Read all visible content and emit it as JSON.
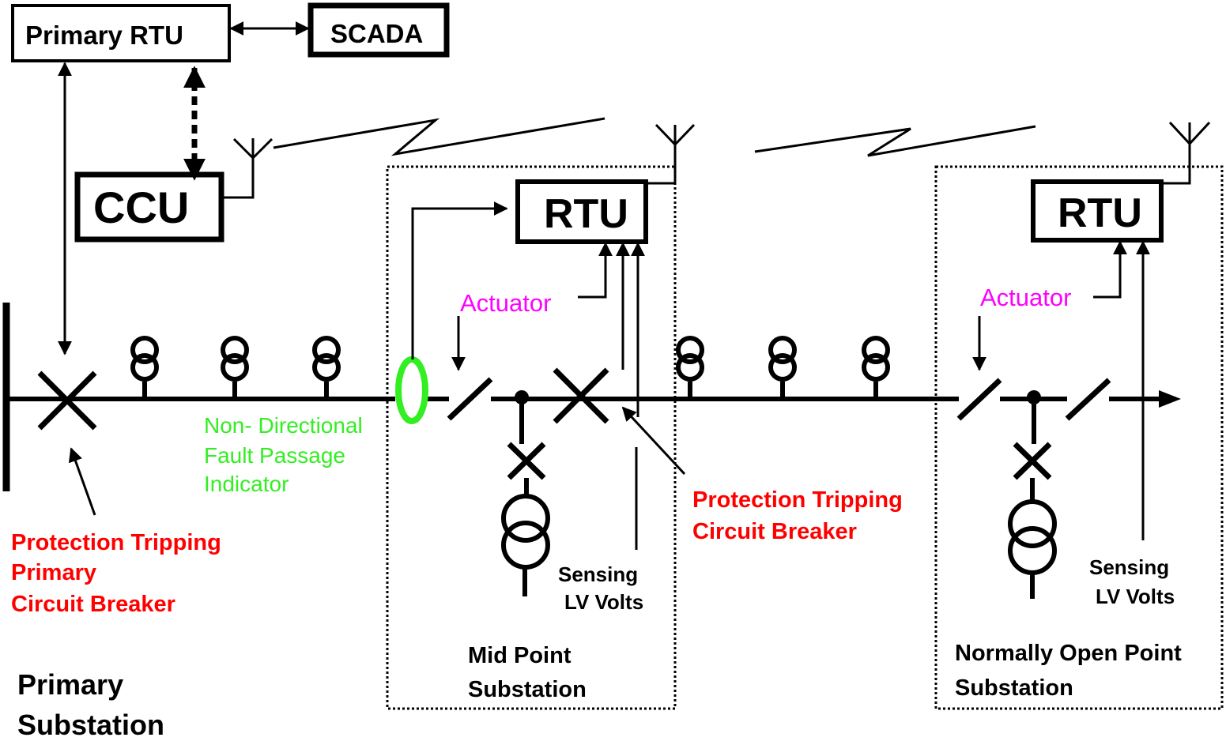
{
  "boxes": {
    "primary_rtu": "Primary RTU",
    "scada": "SCADA",
    "ccu": "CCU",
    "rtu_mid": "RTU",
    "rtu_nop": "RTU"
  },
  "labels": {
    "actuator_mid": "Actuator",
    "actuator_nop": "Actuator",
    "fpi": [
      "Non- Directional",
      "Fault Passage",
      "Indicator"
    ],
    "primary_cb": [
      "Protection Tripping",
      "Primary",
      "Circuit Breaker"
    ],
    "mid_cb": [
      "Protection Tripping",
      "Circuit Breaker"
    ],
    "sensing_mid": [
      "Sensing",
      "LV Volts"
    ],
    "sensing_nop": [
      "Sensing",
      "LV Volts"
    ],
    "mid_sub": [
      "Mid Point",
      "Substation"
    ],
    "nop_sub": [
      "Normally Open Point",
      "Substation"
    ],
    "primary_sub": [
      "Primary",
      "Substation"
    ]
  },
  "colors": {
    "line": "#000000",
    "actuator": "#ff00ff",
    "fpi": "#33ee22",
    "protection": "#ff0000"
  }
}
